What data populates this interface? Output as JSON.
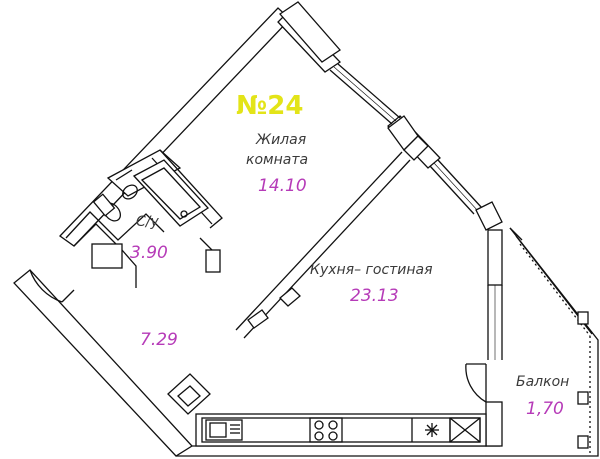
{
  "apartment": {
    "number": "№24"
  },
  "rooms": [
    {
      "name_line1": "Жилая",
      "name_line2": "комната",
      "area": "14.10"
    },
    {
      "name": "С/у",
      "area": "3.90"
    },
    {
      "name": "Кухня– гостиная",
      "area": "23.13"
    },
    {
      "area": "7.29"
    },
    {
      "name": "Балкон",
      "area": "1,70"
    }
  ],
  "colors": {
    "number": "#e3e418",
    "area": "#b63bb8",
    "walls": "#111111"
  }
}
